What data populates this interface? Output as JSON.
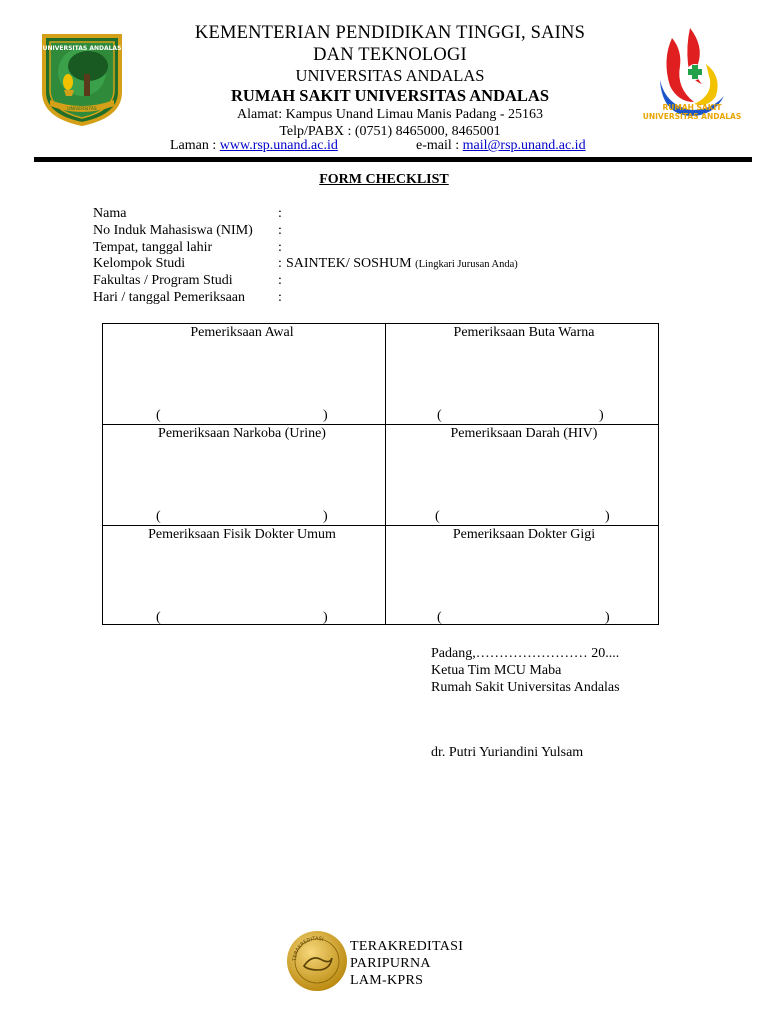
{
  "header": {
    "line1": "KEMENTERIAN PENDIDIKAN TINGGI, SAINS",
    "line2": "DAN TEKNOLOGI",
    "line3": "UNIVERSITAS ANDALAS",
    "line4": "RUMAH SAKIT UNIVERSITAS ANDALAS",
    "address": "Alamat: Kampus Unand Limau Manis Padang - 25163",
    "phone": "Telp/PABX : (0751) 8465000, 8465001",
    "laman_label": "Laman : ",
    "laman_url": "www.rsp.unand.ac.id",
    "email_label": "e-mail : ",
    "email": "mail@rsp.unand.ac.id"
  },
  "logos": {
    "left_text_top": "UNIVERSITAS ANDALAS",
    "left_text_bottom": "UNIVERSITAS",
    "right_text1": "RUMAH SAKIT",
    "right_text2": "UNIVERSITAS ANDALAS"
  },
  "form": {
    "title": "FORM CHECKLIST",
    "fields": [
      {
        "label": "Nama",
        "colon": ":",
        "value": "",
        "note": ""
      },
      {
        "label": "No Induk Mahasiswa (NIM)",
        "colon": ":",
        "value": "",
        "note": ""
      },
      {
        "label": "Tempat, tanggal lahir",
        "colon": ":",
        "value": "",
        "note": ""
      },
      {
        "label": "Kelompok Studi",
        "colon": ":",
        "value": "SAINTEK/ SOSHUM ",
        "note": "(Lingkari Jurusan Anda)"
      },
      {
        "label": "Fakultas / Program Studi",
        "colon": ":",
        "value": "",
        "note": ""
      },
      {
        "label": "Hari / tanggal Pemeriksaan",
        "colon": ":",
        "value": "",
        "note": ""
      }
    ]
  },
  "checklist": {
    "open_paren": "(",
    "close_paren": ")",
    "cells": [
      "Pemeriksaan Awal",
      "Pemeriksaan Buta Warna",
      "Pemeriksaan Narkoba (Urine)",
      "Pemeriksaan Darah (HIV)",
      "Pemeriksaan Fisik Dokter Umum",
      "Pemeriksaan Dokter Gigi"
    ]
  },
  "signature": {
    "place_date": "Padang,…………………… 20....",
    "role": "Ketua Tim MCU Maba",
    "institution": "Rumah Sakit Universitas Andalas",
    "name": "dr. Putri Yuriandini Yulsam"
  },
  "footer": {
    "line1": "TERAKREDITASI",
    "line2": "PARIPURNA",
    "line3": "LAM-KPRS",
    "seal_text": "TERAKREDITASI"
  },
  "colors": {
    "link": "#0000cc",
    "emblem_green": "#1f6e2a",
    "emblem_gold": "#d4a017",
    "rs_red": "#e02020",
    "rs_blue": "#1a55c9",
    "rs_yellow": "#f2c200",
    "rs_green": "#22a04a"
  },
  "icons": {
    "left_logo": "universitas-andalas-emblem-icon",
    "right_logo": "rumah-sakit-flame-icon",
    "footer_seal": "accreditation-seal-icon"
  }
}
